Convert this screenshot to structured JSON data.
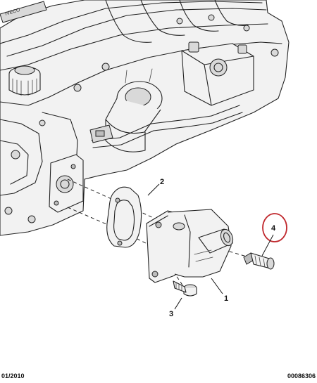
{
  "callouts": {
    "part1": "1",
    "part2": "2",
    "part3": "3",
    "part4": "4"
  },
  "engine_stamp": "IVECO",
  "footer": {
    "date": "01/2010",
    "reference": "00086306"
  },
  "colors": {
    "line": "#222222",
    "highlight_circle": "#c0282d",
    "background": "#ffffff"
  }
}
